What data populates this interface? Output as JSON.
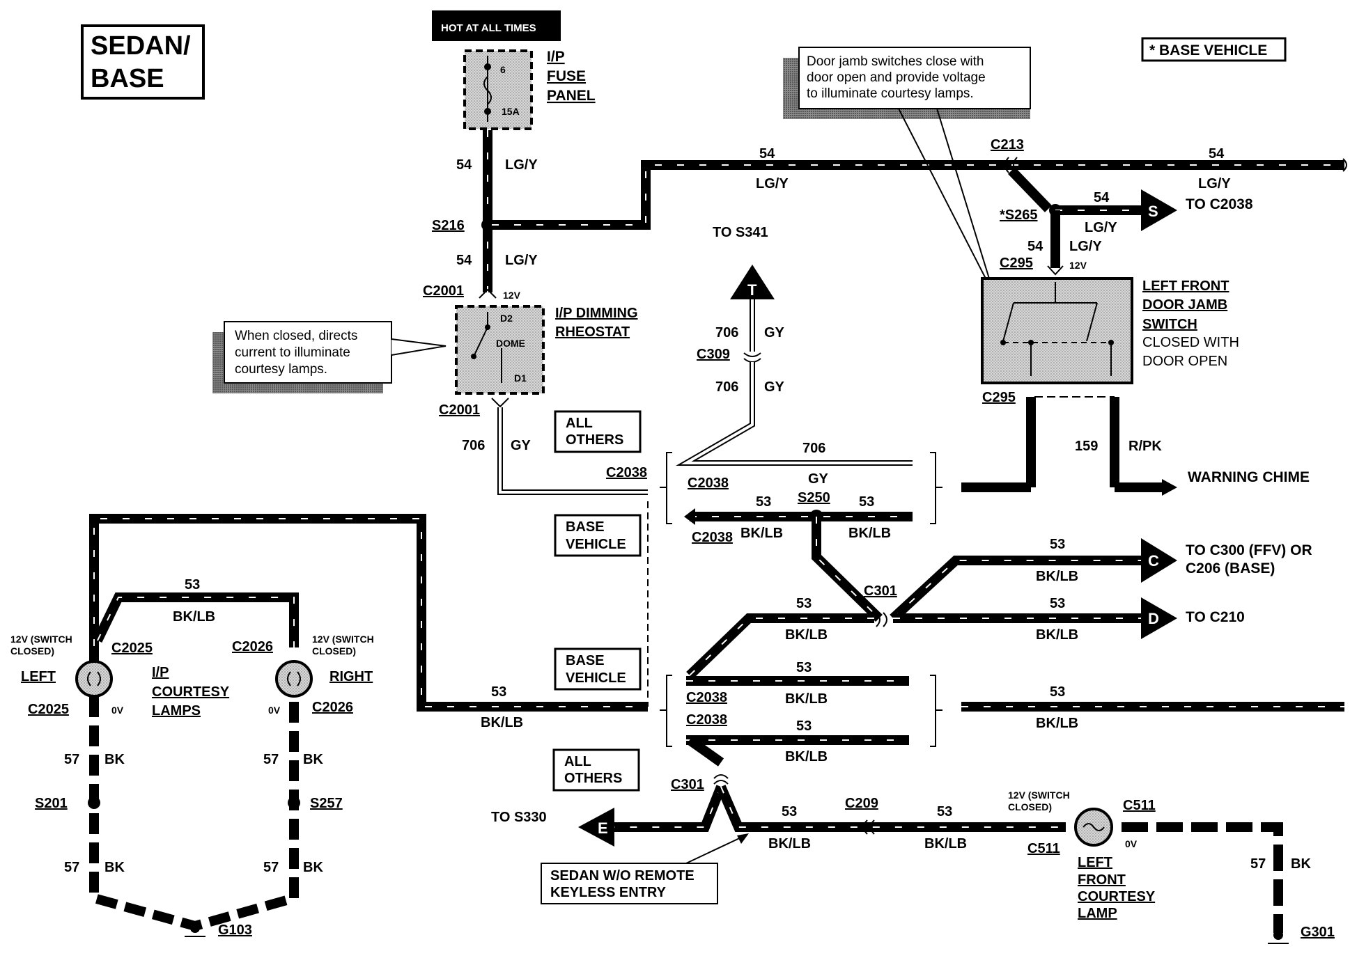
{
  "title": {
    "line1": "SEDAN/",
    "line2": "BASE"
  },
  "base_vehicle_note": "* BASE VEHICLE",
  "hot_at_all_times": "HOT AT ALL TIMES",
  "fuse": {
    "number": "6",
    "rating": "15A",
    "label": [
      "I/P",
      "FUSE",
      "PANEL"
    ]
  },
  "callouts": {
    "door_jamb": [
      "Door jamb switches close with",
      "door open and provide voltage",
      "to illuminate courtesy lamps."
    ],
    "dimming": [
      "When closed, directs",
      "current to illuminate",
      "courtesy lamps."
    ],
    "sedan_rke": [
      "SEDAN W/O REMOTE",
      "KEYLESS ENTRY"
    ]
  },
  "rheostat": {
    "label": [
      "I/P DIMMING",
      "RHEOSTAT"
    ],
    "d2": "D2",
    "dome": "DOME",
    "d1": "D1",
    "voltage": "12V"
  },
  "door_jamb_switch": {
    "label": [
      "LEFT FRONT",
      "DOOR JAMB",
      "SWITCH"
    ],
    "state": [
      "CLOSED WITH",
      "DOOR OPEN"
    ],
    "voltage": "12V"
  },
  "boxes": {
    "all_others_1": [
      "ALL",
      "OTHERS"
    ],
    "base_vehicle_1": [
      "BASE",
      "VEHICLE"
    ],
    "base_vehicle_2": [
      "BASE",
      "VEHICLE"
    ],
    "all_others_2": [
      "ALL",
      "OTHERS"
    ]
  },
  "splices": {
    "s216": "S216",
    "s265": "*S265",
    "s250": "S250",
    "s201": "S201",
    "s257": "S257"
  },
  "connectors": {
    "c213": "C213",
    "c2001a": "C2001",
    "c2001b": "C2001",
    "c295a": "C295",
    "c295b": "C295",
    "c309": "C309",
    "c2038": "C2038",
    "c301a": "C301",
    "c301b": "C301",
    "c2025": "C2025",
    "c2026": "C2026",
    "c209": "C209",
    "c511": "C511"
  },
  "grounds": {
    "g103": "G103",
    "g301": "G301"
  },
  "circuits": {
    "c54": "54",
    "lgy": "LG/Y",
    "c706": "706",
    "gy": "GY",
    "c53": "53",
    "bklb": "BK/LB",
    "c57": "57",
    "bk": "BK",
    "c159": "159",
    "rpk": "R/PK"
  },
  "destinations": {
    "to_c2038": "TO  C2038",
    "to_s341": "TO S341",
    "warning_chime": "WARNING CHIME",
    "to_c300": [
      "TO C300 (FFV) OR",
      "C206 (BASE)"
    ],
    "to_c210": "TO C210",
    "to_s330": "TO S330"
  },
  "arrow_letters": {
    "s": "S",
    "t": "T",
    "c": "C",
    "d": "D",
    "e": "E"
  },
  "lamps": {
    "left_label": "LEFT",
    "right_label": "RIGHT",
    "courtesy": [
      "I/P",
      "COURTESY",
      "LAMPS"
    ],
    "switch_note": [
      "12V (SWITCH",
      "CLOSED)"
    ],
    "zero_v": "0V",
    "lf_courtesy": [
      "LEFT",
      "FRONT",
      "COURTESY",
      "LAMP"
    ]
  }
}
